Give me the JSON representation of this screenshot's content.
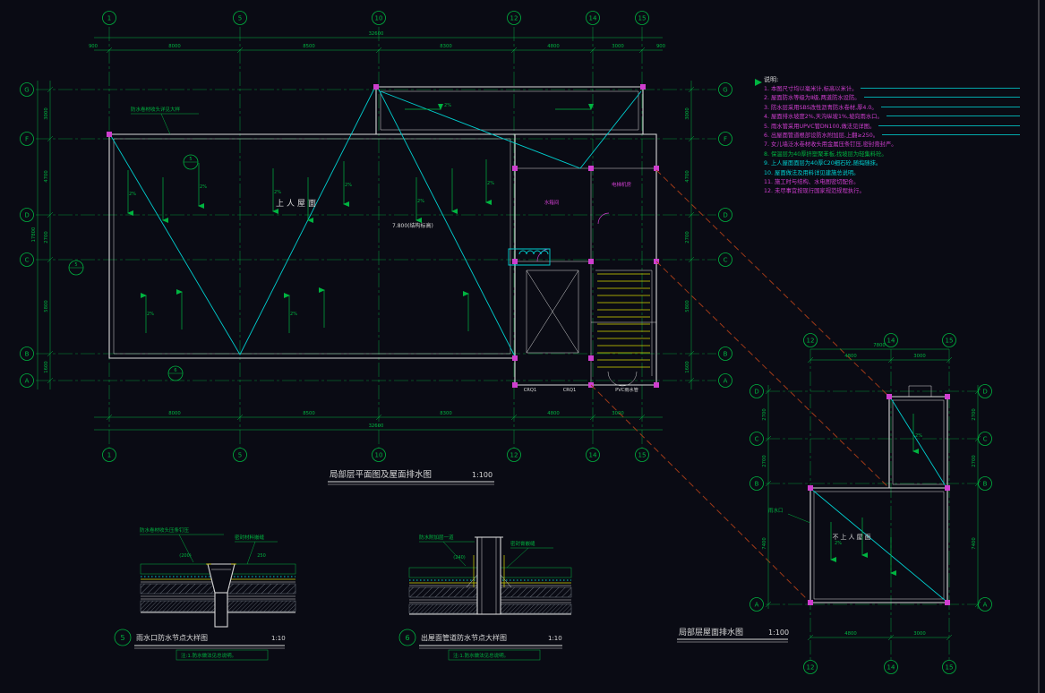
{
  "colors": {
    "bg": "#0a0b14",
    "green": "#00b440",
    "white": "#d8d8d8",
    "cyan": "#00cfcf",
    "magenta": "#cf3ecf",
    "yellow": "#d6d600",
    "red": "#a03a18",
    "grey": "#8f98a3"
  },
  "main_plan": {
    "title": "局部层平面图及屋面排水图",
    "scale": "1:100",
    "axis_top": [
      "1",
      "5",
      "10",
      "12",
      "14",
      "15"
    ],
    "axis_left": [
      "G",
      "F",
      "D",
      "C",
      "B",
      "A"
    ],
    "dims_top": [
      "8000",
      "8500",
      "8300",
      "4800",
      "3000"
    ],
    "dim_total_top": "32600",
    "dims_left": [
      "3000",
      "4700",
      "2700",
      "5800",
      "1600"
    ],
    "dim_total_left": "17800",
    "dim_end": "900",
    "roof_label": "上人屋面",
    "elev_label": "7.800(结构标高)",
    "slope_label": "2%",
    "leader_label": "防水卷材收头详见大样",
    "room_labels": [
      "电梯机房",
      "水箱间"
    ],
    "bottom_labels": [
      "CRQ1",
      "CRQ1",
      "PVC雨水管"
    ],
    "detail_refs": [
      "5",
      "6"
    ]
  },
  "small_plan": {
    "title": "局部层屋面排水图",
    "scale": "1:100",
    "axis_top": [
      "12",
      "14",
      "15"
    ],
    "axis_left": [
      "D",
      "C",
      "B",
      "A"
    ],
    "dims_top": [
      "4800",
      "3000"
    ],
    "dim_total_top": "7800",
    "dims_left": [
      "2700",
      "2700",
      "7400"
    ],
    "roof_label": "不上人屋面",
    "leader_label": "雨水口",
    "slope_label": "2%"
  },
  "detail5": {
    "number": "5",
    "title": "雨水口防水节点大样图",
    "scale": "1:10",
    "note": "注:1.防水做法见总说明。",
    "label_left": "防水卷材收头压条钉压",
    "label_right": "密封材料嵌缝",
    "dim1": "(200)",
    "dim2": "250"
  },
  "detail6": {
    "number": "6",
    "title": "出屋面管道防水节点大样图",
    "scale": "1:10",
    "note": "注:1.防水做法见总说明。",
    "label_left": "防水附加层一道",
    "label_right": "密封膏嵌缝",
    "dim1": "(240)"
  },
  "notes": {
    "title": "说明:",
    "lines": [
      {
        "text": "1. 本图尺寸均以毫米计,标高以米计。"
      },
      {
        "text": "2. 屋面防水等级为Ⅱ级,两道防水设防。"
      },
      {
        "text": "3. 防水层采用SBS改性沥青防水卷材,厚4.0。"
      },
      {
        "text": "4. 屋面排水坡度2%,天沟纵坡1%,坡向雨水口。"
      },
      {
        "text": "5. 雨水管采用UPVC管DN100,做法见详图。"
      },
      {
        "text": "6. 出屋面管道根部设防水附加层,上翻≥250。"
      },
      {
        "text": "7. 女儿墙泛水卷材收头用金属压条钉压,密封膏封严。"
      },
      {
        "text": "8. 保温层为40厚挤塑聚苯板,找坡层为轻集料砼。"
      },
      {
        "text": "9. 上人屋面面层为40厚C20细石砼,随捣随抹。"
      },
      {
        "text": "10. 屋面做法及用料详见建施总说明。"
      },
      {
        "text": "11. 施工时与结构、水电图密切配合。"
      },
      {
        "text": "12. 未尽事宜按现行国家规范规程执行。"
      }
    ]
  }
}
